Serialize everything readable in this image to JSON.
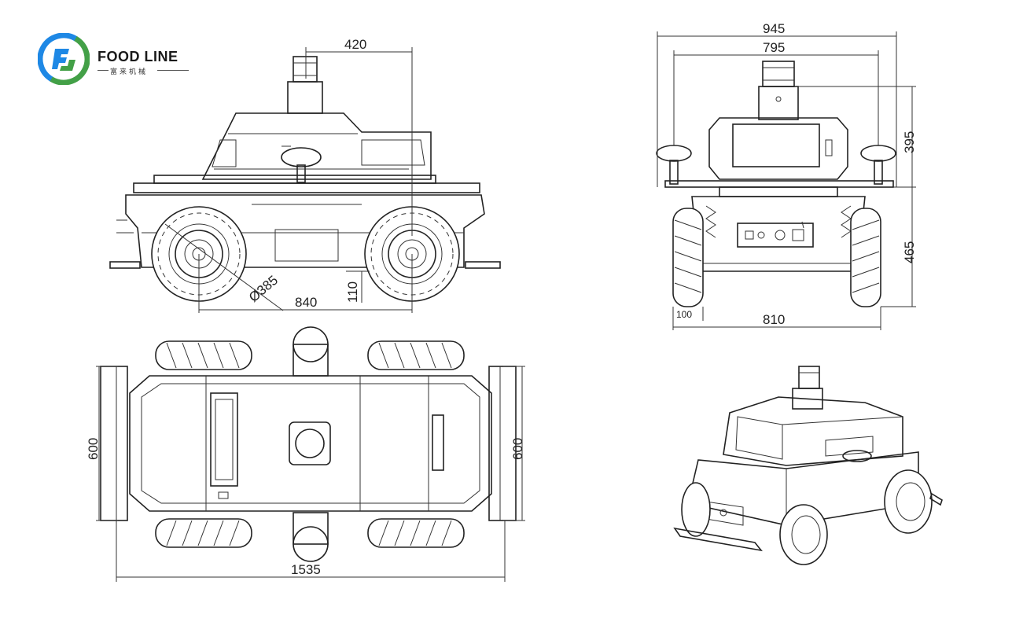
{
  "brand": {
    "name": "FOOD LINE",
    "subtitle": "富来机械",
    "colors": {
      "blue": "#1e88e5",
      "green": "#43a047",
      "ink": "#222222"
    }
  },
  "dimensions": {
    "side_view": {
      "mast_offset": "420",
      "wheel_diameter": "Ø385",
      "wheelbase": "840",
      "ground_clearance": "110"
    },
    "front_view": {
      "overall_width": "945",
      "antenna_span": "795",
      "upper_height": "395",
      "lower_height": "465",
      "track_width": "810",
      "tire_width": "100"
    },
    "top_view": {
      "width_left": "600",
      "width_right": "600",
      "overall_length": "1535"
    }
  }
}
